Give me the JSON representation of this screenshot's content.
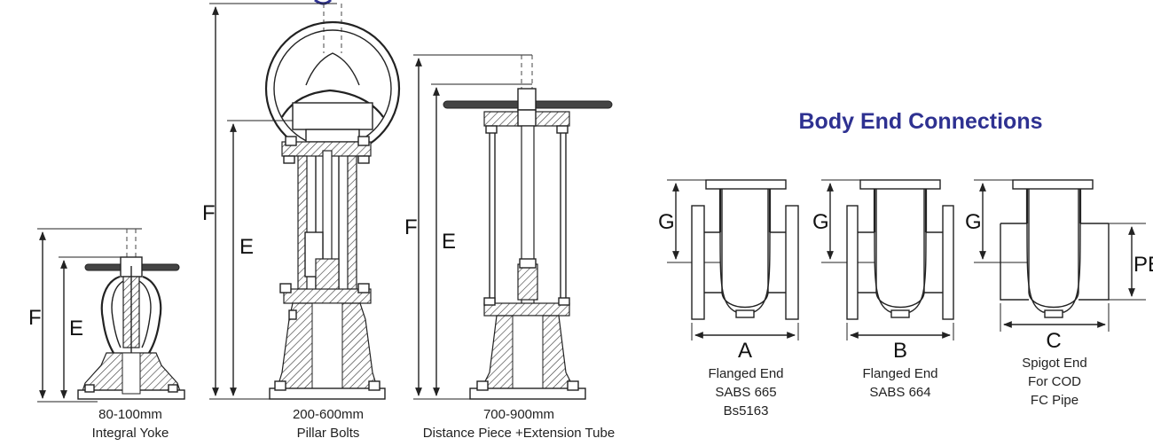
{
  "colors": {
    "heading": "#2e3191",
    "line": "#222222",
    "background": "#ffffff"
  },
  "valves": [
    {
      "F": "F",
      "E": "E",
      "size": "80-100mm",
      "type": "Integral Yoke"
    },
    {
      "F": "F",
      "E": "E",
      "size": "200-600mm",
      "type": "Pillar Bolts"
    },
    {
      "F": "F",
      "E": "E",
      "size": "700-900mm",
      "type": "Distance Piece +Extension Tube"
    }
  ],
  "body_end": {
    "heading": "Body End Connections",
    "items": [
      {
        "G": "G",
        "dim": "A",
        "line1": "Flanged End",
        "line2": "SABS 665",
        "line3": "Bs5163"
      },
      {
        "G": "G",
        "dim": "B",
        "line1": "Flanged End",
        "line2": "SABS 664",
        "line3": ""
      },
      {
        "G": "G",
        "dim": "C",
        "side": "PE",
        "line1": "Spigot End",
        "line2": "For COD",
        "line3": "FC Pipe"
      }
    ]
  }
}
